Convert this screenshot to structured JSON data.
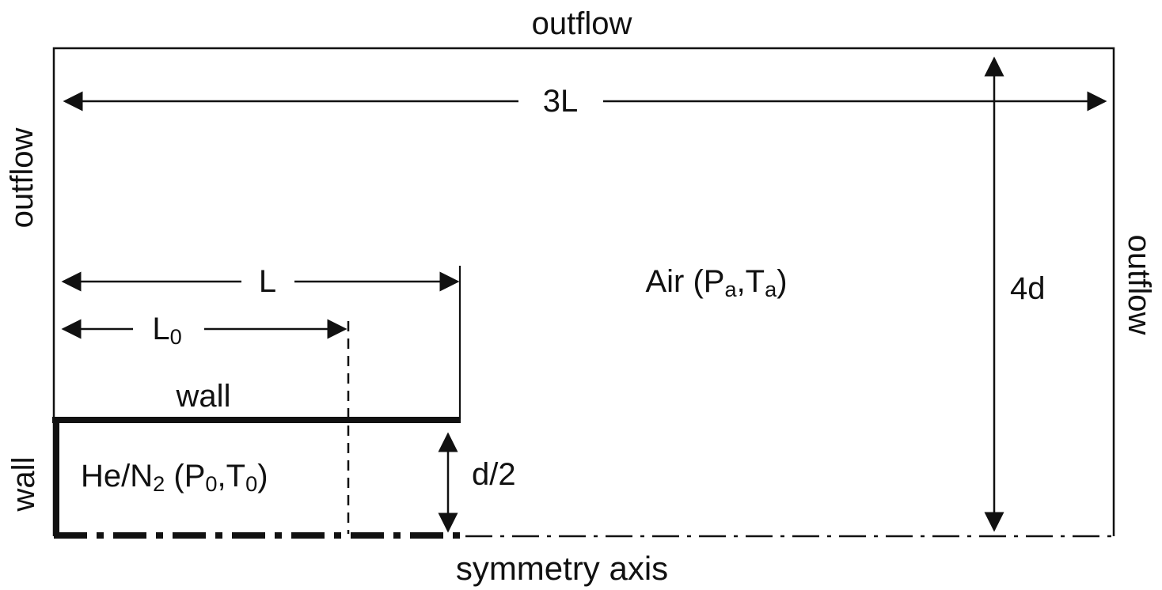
{
  "colors": {
    "line": "#111111",
    "background": "#ffffff",
    "text": "#111111"
  },
  "boundaries": {
    "top": "outflow",
    "left": "outflow",
    "right": "outflow",
    "bottom": "symmetry axis",
    "left_lower": "wall",
    "nozzle_wall": "wall"
  },
  "regions": {
    "air": {
      "p1": "Air (P",
      "s1": "a",
      "p2": ",T",
      "s2": "a",
      "p3": ")"
    },
    "gas": {
      "p1": "He/N",
      "s1": "2",
      "p2": " (P",
      "s2": "0",
      "p3": ",T",
      "s3": "0",
      "p4": ")"
    }
  },
  "dimensions": {
    "width_total": "3L",
    "height_total": "4d",
    "wall_length": "L",
    "l0": {
      "base": "L",
      "sub": "0"
    },
    "half_diameter": "d/2"
  }
}
